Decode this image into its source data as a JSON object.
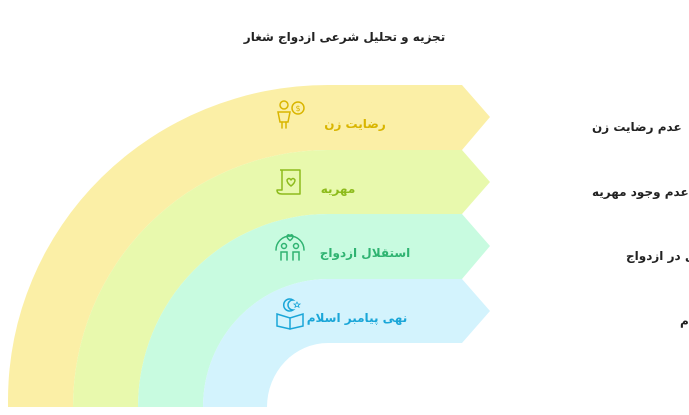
{
  "title": "تجزیه و تحلیل شرعی ازدواج شغار",
  "bands": [
    {
      "label": "رضایت زن",
      "icon": "woman-money-icon",
      "fill": "#fbefa6",
      "text_color": "#d9b500",
      "side_label": "عدم رضایت زن"
    },
    {
      "label": "مهریه",
      "icon": "scroll-heart-icon",
      "fill": "#e8f9ad",
      "text_color": "#8dbb1c",
      "side_label": "عدم وجود مهریه"
    },
    {
      "label": "استقلال ازدواج",
      "icon": "couple-heart-icon",
      "fill": "#c8fbe0",
      "text_color": "#2fb371",
      "side_label": "عدم استقلال در ازدواج"
    },
    {
      "label": "نهی پیامبر اسلام",
      "icon": "quran-crescent-icon",
      "fill": "#d3f3fd",
      "text_color": "#1aa6d8",
      "side_label": "منع صریح توسط پیامبر اسلام"
    }
  ]
}
